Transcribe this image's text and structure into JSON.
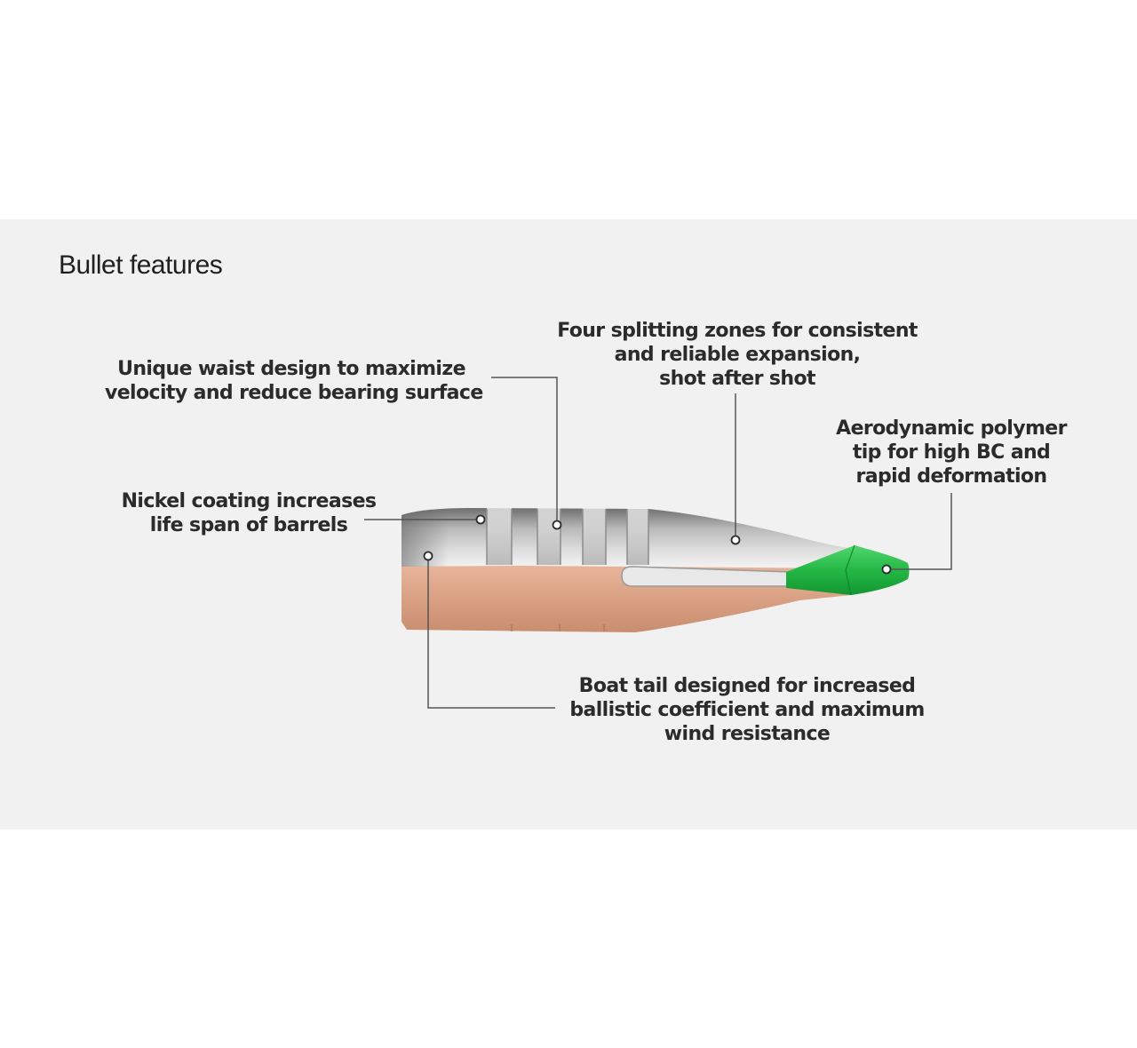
{
  "title": "Bullet features",
  "colors": {
    "panel": "#f1f1f1",
    "nickel": "#a9a9a9",
    "copper": "#d69a7c",
    "tip": "#22b84a",
    "leader": "#555555"
  },
  "callouts": {
    "waist": {
      "line1": "Unique waist design to maximize",
      "line2": "velocity and reduce bearing surface"
    },
    "splitting": {
      "line1": "Four splitting zones for consistent",
      "line2": "and reliable expansion,",
      "line3": "shot after shot"
    },
    "tip": {
      "line1": "Aerodynamic polymer",
      "line2": "tip for high BC and",
      "line3": "rapid deformation"
    },
    "nickel": {
      "line1": "Nickel coating increases",
      "line2": "life span of barrels"
    },
    "boat_tail": {
      "line1": "Boat tail designed for increased",
      "line2": "ballistic coefficient and maximum",
      "line3": "wind resistance"
    }
  }
}
